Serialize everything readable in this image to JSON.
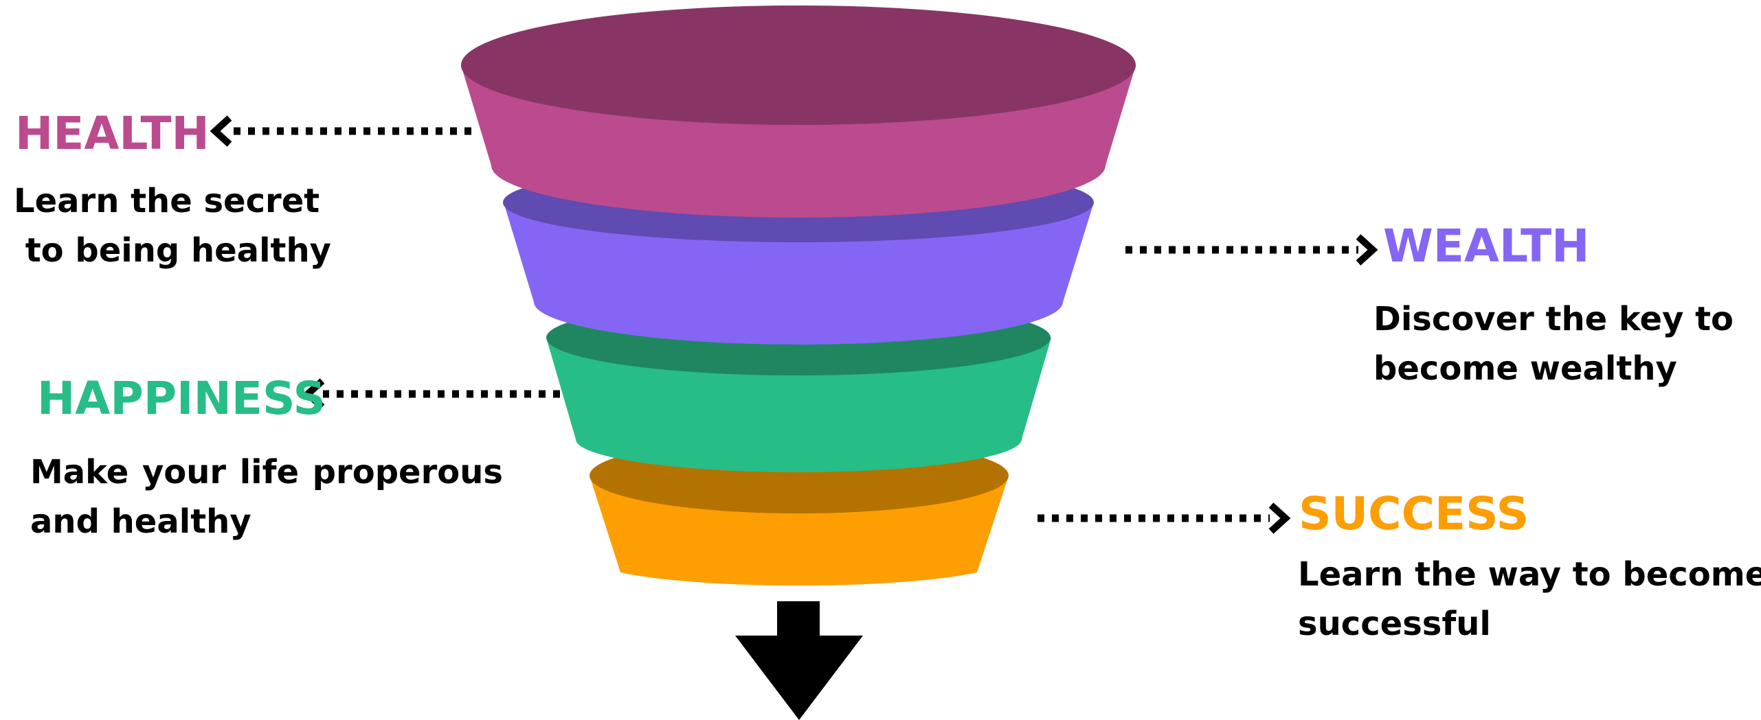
{
  "colors": {
    "health": "#bb4b8e",
    "health_top": "#883565",
    "wealth": "#8566f4",
    "wealth_top": "#5f4bb1",
    "happiness": "#27bd86",
    "happiness_top": "#1f8660",
    "success": "#fd9e03",
    "success_top": "#b47201",
    "arrow": "#000000",
    "text": "#000000"
  },
  "stages": [
    {
      "key": "health",
      "title": "HEALTH",
      "description": [
        "Learn the secret",
        " to being healthy"
      ],
      "title_color": "#bb4b8e"
    },
    {
      "key": "wealth",
      "title": "WEALTH",
      "description": [
        "Discover the key to",
        "become wealthy"
      ],
      "title_color": "#8566f4"
    },
    {
      "key": "happiness",
      "title": "HAPPINESS",
      "description": [
        "Make your life properous",
        "and healthy"
      ],
      "title_color": "#27bd86"
    },
    {
      "key": "success",
      "title": "SUCCESS",
      "description": [
        "Learn the way to become",
        "successful"
      ],
      "title_color": "#fd9e03"
    }
  ],
  "icons": {
    "connector": "dotted-arrow-icon",
    "output": "down-arrow-icon"
  }
}
